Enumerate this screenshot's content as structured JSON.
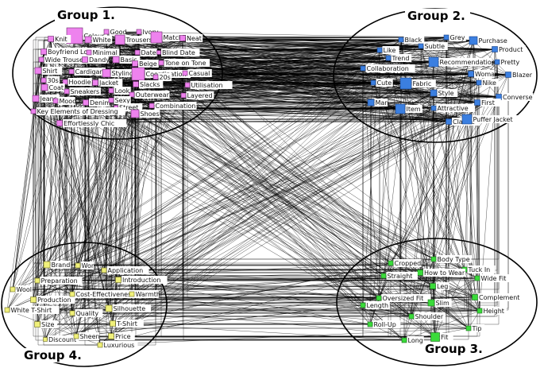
{
  "groups": [
    {
      "title": "Group 1.",
      "color": "#ee82ee",
      "nodes": [
        "Colour",
        "Good",
        "Ivory",
        "Knit",
        "White",
        "Trousers",
        "Match",
        "Neat",
        "Boyfriend Look",
        "Minimal",
        "Date",
        "Blind Date",
        "Wide Trousers",
        "Dandy",
        "Basic",
        "Beige",
        "Tone on Tone",
        "Shirt",
        "Cardigan",
        "Styling",
        "Coordination",
        "20s",
        "Casual",
        "30s",
        "Hoodie",
        "Jacket",
        "Slacks",
        "Utilisation",
        "Coat",
        "Sneakers",
        "Look",
        "Outerwear",
        "Layered",
        "Jeans",
        "Mood",
        "Denim",
        "Sexy",
        "Street",
        "Combination",
        "Key Elements of Dressing",
        "Shoes",
        "Effortlessly Chic"
      ]
    },
    {
      "title": "Group 2.",
      "color": "#3b7fe0",
      "nodes": [
        "Black",
        "Grey",
        "Purchase",
        "Like",
        "Subtle",
        "Product",
        "Trend",
        "Recommendation",
        "Pretty",
        "Collaboration",
        "Woman",
        "Blazer",
        "Fabric",
        "Nike",
        "Cute",
        "Style",
        "Converse",
        "Man",
        "Item",
        "Attractive",
        "First",
        "Classic",
        "Puffer Jacket"
      ]
    },
    {
      "title": "Group 3.",
      "color": "#3adb3a",
      "nodes": [
        "Body Type",
        "Cropped",
        "Tuck In",
        "How to Wear",
        "Straight",
        "Wide Fit",
        "Leg",
        "Complement",
        "Oversized Fit",
        "Slim",
        "Length",
        "Height",
        "Shoulder",
        "Roll-Up",
        "Tip",
        "Long",
        "Fit"
      ]
    },
    {
      "title": "Group 4.",
      "color": "#f0f07a",
      "nodes": [
        "Brand",
        "Won",
        "Application",
        "Preparation",
        "Introduction",
        "Wool",
        "Production",
        "Cost-Effectiveness",
        "Warmth",
        "White T-Shirt",
        "Quality",
        "Silhouette",
        "Size",
        "T-Shirt",
        "Discount",
        "Sheen",
        "Price",
        "Luxurious"
      ]
    }
  ]
}
